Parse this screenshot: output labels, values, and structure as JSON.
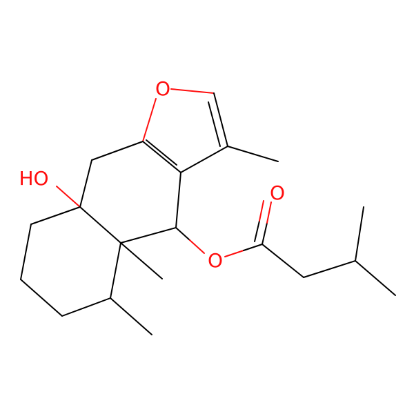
{
  "molecule": {
    "colors": {
      "carbon_bond": "#000000",
      "oxygen": "#ff0d0d",
      "background": "#ffffff"
    },
    "atoms": {
      "furan_oxygen": "O",
      "hydroxyl": "HO",
      "ester_oxygen": "O",
      "carbonyl_oxygen": "O"
    }
  }
}
